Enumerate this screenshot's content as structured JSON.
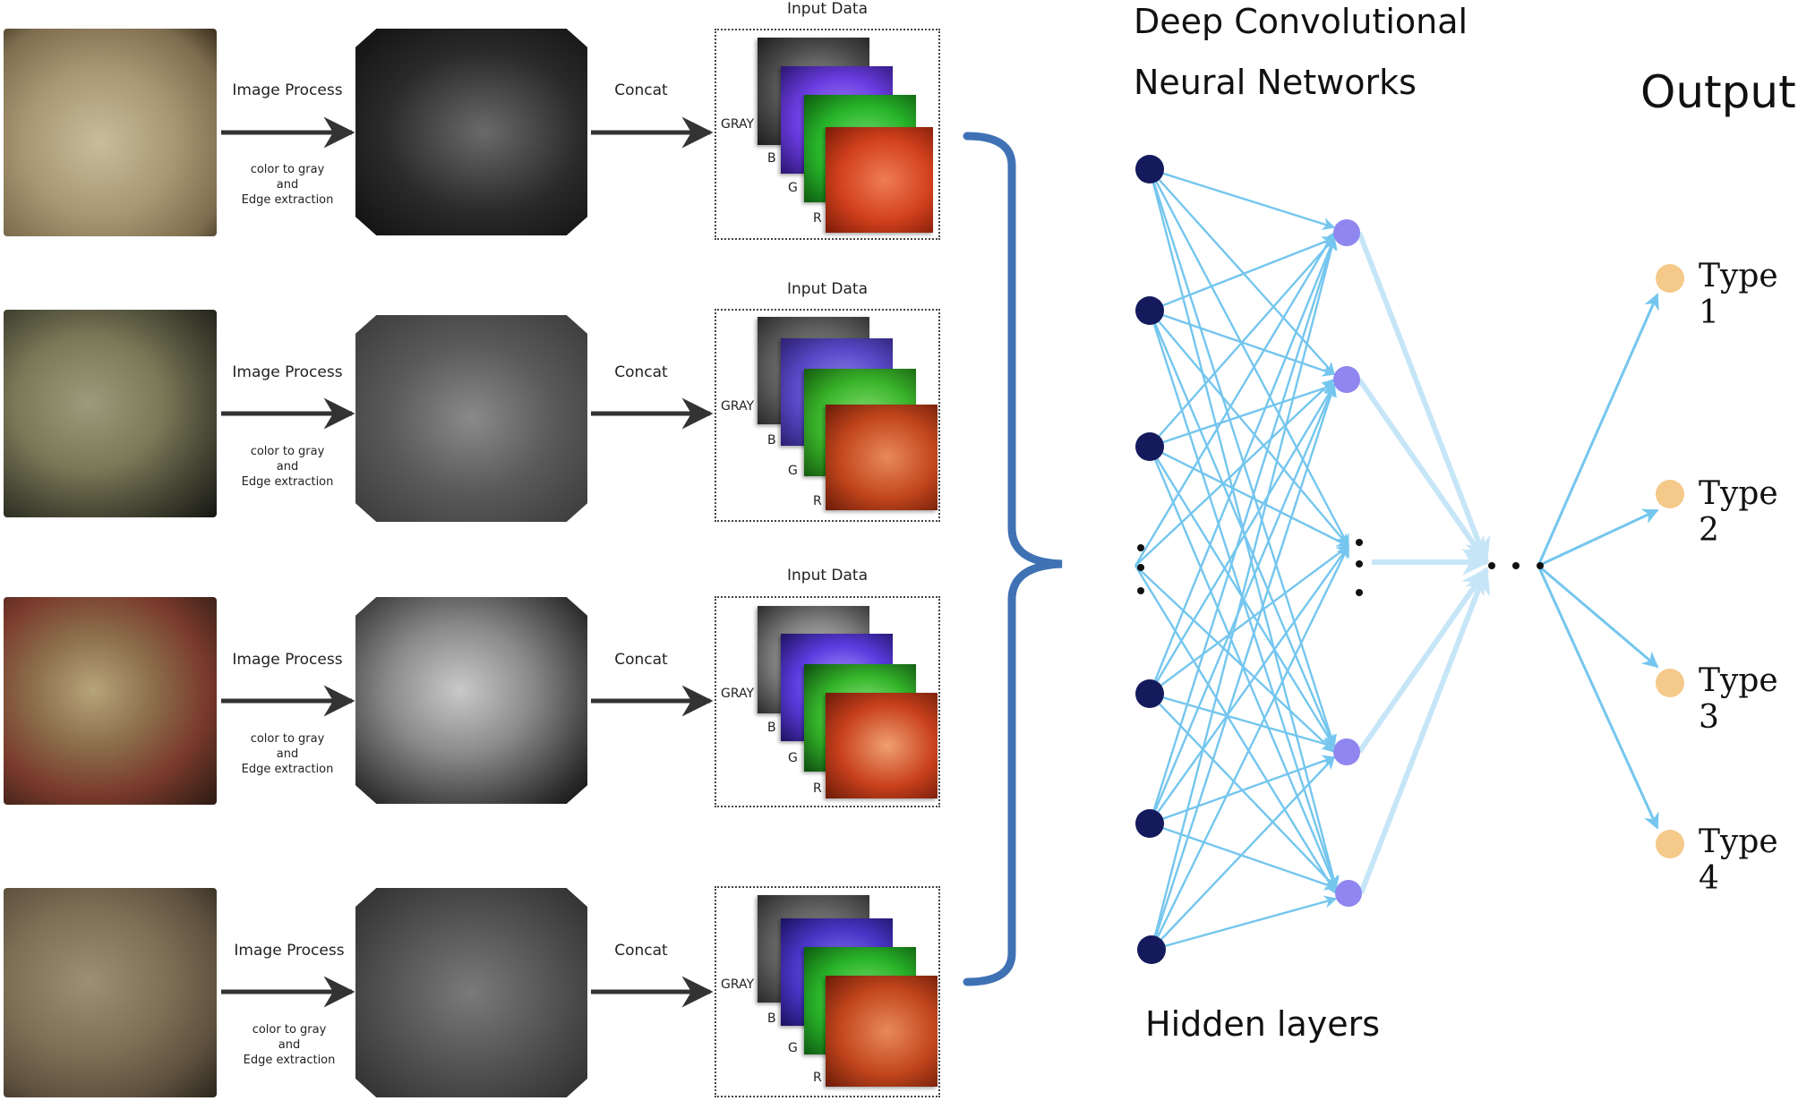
{
  "network": {
    "title_line1": "Deep Convolutional",
    "title_line2": "Neural Networks",
    "hidden_label": "Hidden layers",
    "output_label": "Output",
    "types": [
      "Type 1",
      "Type 2",
      "Type 3",
      "Type 4"
    ]
  },
  "rows": [
    {
      "process_label": "Image Process",
      "process_sub": [
        "color to gray",
        "and",
        "Edge extraction"
      ],
      "concat_label": "Concat",
      "input_title": "Input Data",
      "channels": [
        "GRAY",
        "B",
        "G",
        "R"
      ]
    },
    {
      "process_label": "Image Process",
      "process_sub": [
        "color to gray",
        "and",
        "Edge extraction"
      ],
      "concat_label": "Concat",
      "input_title": "Input Data",
      "channels": [
        "GRAY",
        "B",
        "G",
        "R"
      ]
    },
    {
      "process_label": "Image Process",
      "process_sub": [
        "color to gray",
        "and",
        "Edge extraction"
      ],
      "concat_label": "Concat",
      "input_title": "Input Data",
      "channels": [
        "GRAY",
        "B",
        "G",
        "R"
      ]
    },
    {
      "process_label": "Image Process",
      "process_sub": [
        "color to gray",
        "and",
        "Edge extraction"
      ],
      "concat_label": "Concat",
      "input_title": "",
      "channels": [
        "GRAY",
        "B",
        "G",
        "R"
      ]
    }
  ],
  "colors": {
    "input_node": "#141a5c",
    "hidden_node": "#8f86f0",
    "output_node": "#f5c98a",
    "edge_line": "#74c6ee",
    "edge_line_light": "#c6e6f7",
    "brace": "#3f72b4",
    "arrow": "#333333"
  }
}
